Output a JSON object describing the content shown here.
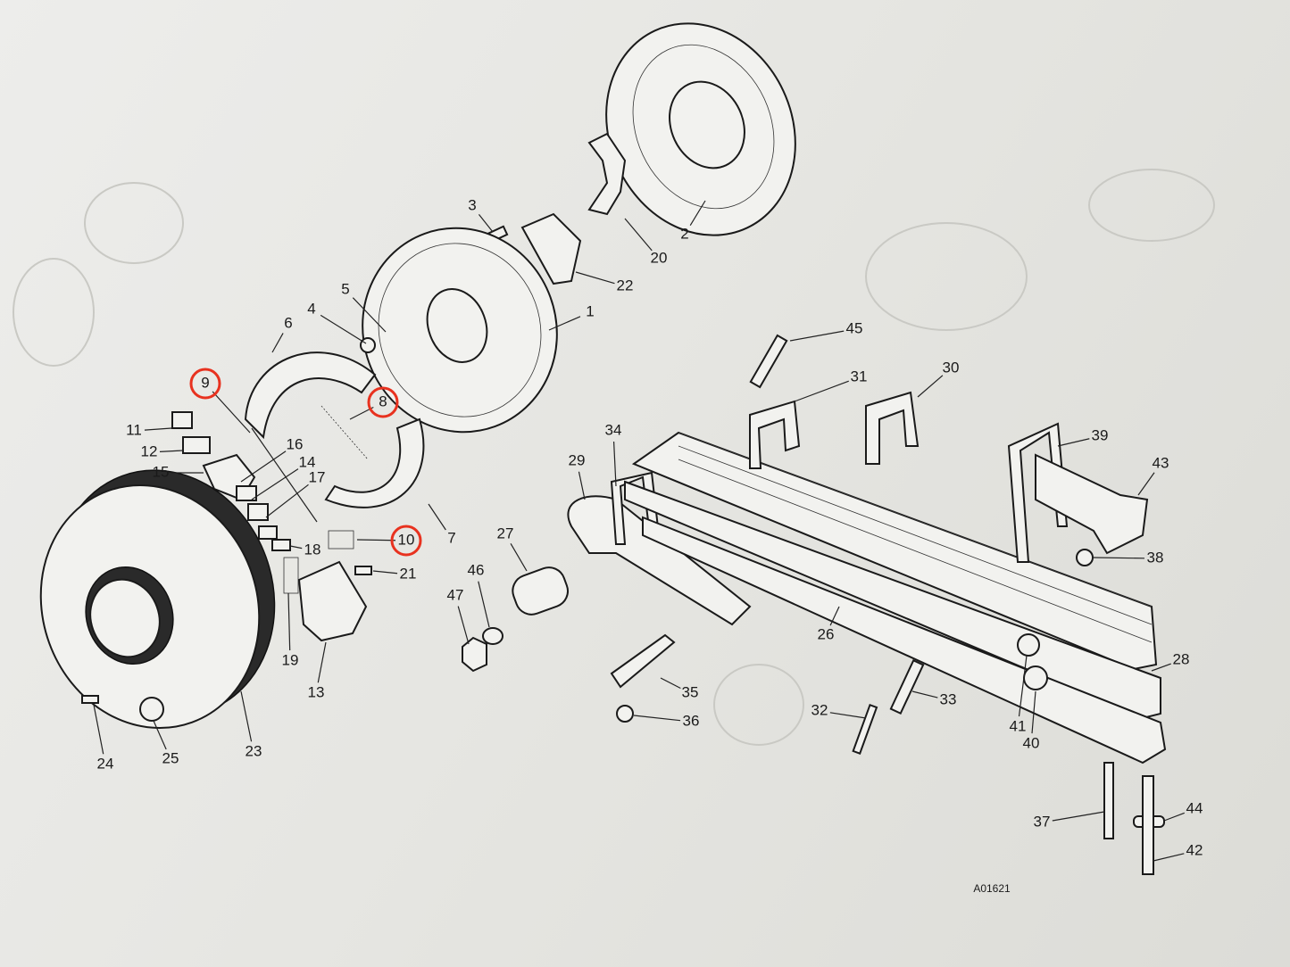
{
  "diagram": {
    "drawing_code": "A01621",
    "highlight_color": "#e8321f",
    "callouts": [
      "1",
      "2",
      "3",
      "4",
      "5",
      "6",
      "7",
      "8",
      "9",
      "10",
      "11",
      "12",
      "13",
      "14",
      "15",
      "16",
      "17",
      "18",
      "19",
      "20",
      "21",
      "22",
      "23",
      "24",
      "25",
      "26",
      "27",
      "28",
      "29",
      "30",
      "31",
      "32",
      "33",
      "34",
      "35",
      "36",
      "37",
      "38",
      "39",
      "40",
      "41",
      "42",
      "43",
      "44",
      "45",
      "46",
      "47"
    ],
    "highlighted_callouts": [
      "8",
      "9",
      "10"
    ]
  }
}
